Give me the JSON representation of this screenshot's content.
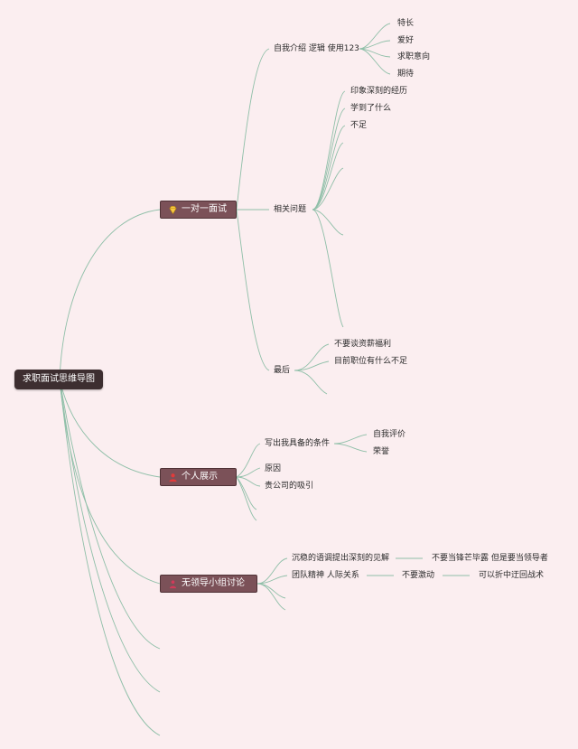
{
  "root": {
    "label": "求职面试思维导图"
  },
  "branches": [
    {
      "label": "一对一面试",
      "icon": "diamond-icon",
      "children": [
        {
          "label": "自我介绍 逻辑 使用123",
          "children": [
            "特长",
            "爱好",
            "求职意向",
            "期待"
          ]
        },
        {
          "label": "相关问题",
          "children": [
            "印象深刻的经历",
            "学到了什么",
            "不足"
          ]
        },
        {
          "label": "最后",
          "children": [
            "不要谈资薪福利",
            "目前职位有什么不足"
          ]
        }
      ]
    },
    {
      "label": "个人展示",
      "icon": "person-icon",
      "children": [
        {
          "label": "写出我具备的条件",
          "children": [
            "自我评价",
            "荣誉"
          ]
        },
        {
          "label": "原因"
        },
        {
          "label": "贵公司的吸引"
        }
      ]
    },
    {
      "label": "无领导小组讨论",
      "icon": "group-icon",
      "children": [
        {
          "label": "沉稳的语调提出深刻的见解",
          "chain": [
            "不要当锋芒毕露 但是要当领导者"
          ]
        },
        {
          "label": "团队精神 人际关系",
          "chain": [
            "不要激动",
            "可以折中迂回战术"
          ]
        }
      ]
    }
  ],
  "colors": {
    "background": "#fbeef0",
    "root": "#3d2e30",
    "branch": "#7b5158",
    "edge": "#8fbfa8"
  }
}
